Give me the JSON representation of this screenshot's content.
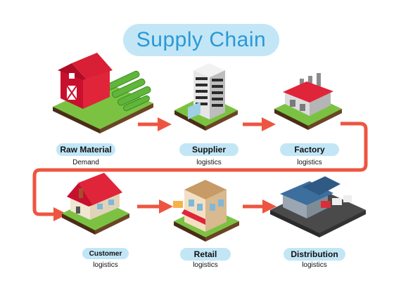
{
  "title": "Supply Chain",
  "nodes": {
    "raw_material": {
      "label": "Raw Material",
      "sub": "Demand"
    },
    "supplier": {
      "label": "Supplier",
      "sub": "logistics"
    },
    "factory": {
      "label": "Factory",
      "sub": "logistics"
    },
    "customer": {
      "label": "Customer",
      "sub": "logistics"
    },
    "retail": {
      "label": "Retail",
      "sub": "logistics"
    },
    "distribution": {
      "label": "Distribution",
      "sub": "logistics"
    }
  },
  "colors": {
    "arrow": "#ee5540",
    "pill": "#c2e6f6",
    "title": "#2a98d6",
    "grass": "#7cc242",
    "soil": "#5b3a22"
  },
  "icons": {
    "raw_material": "barn-farm-icon",
    "supplier": "office-building-icon",
    "factory": "factory-icon",
    "customer": "house-icon",
    "retail": "shop-building-icon",
    "distribution": "warehouse-trucks-icon"
  }
}
